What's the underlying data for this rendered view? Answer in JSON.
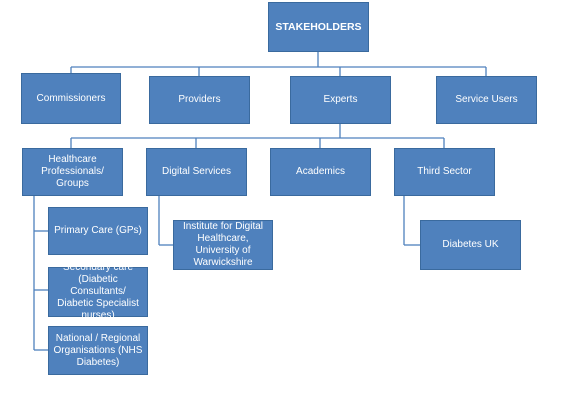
{
  "diagram": {
    "root": "STAKEHOLDERS",
    "level1": [
      "Commissioners",
      "Providers",
      "Experts",
      "Service Users"
    ],
    "experts_children": [
      "Healthcare Professionals/ Groups",
      "Digital Services",
      "Academics",
      "Third Sector"
    ],
    "healthcare_children": [
      "Primary Care (GPs)",
      "Secondary care (Diabetic Consultants/ Diabetic Specialist nurses)",
      "National / Regional Organisations (NHS Diabetes)"
    ],
    "digital_children": [
      "Institute for Digital Healthcare, University of Warwickshire"
    ],
    "third_sector_children": [
      "Diabetes UK"
    ],
    "colors": {
      "box_fill": "#4f81bd",
      "box_border": "#3a6a9e",
      "connector": "#4f81bd",
      "text": "#ffffff"
    }
  }
}
